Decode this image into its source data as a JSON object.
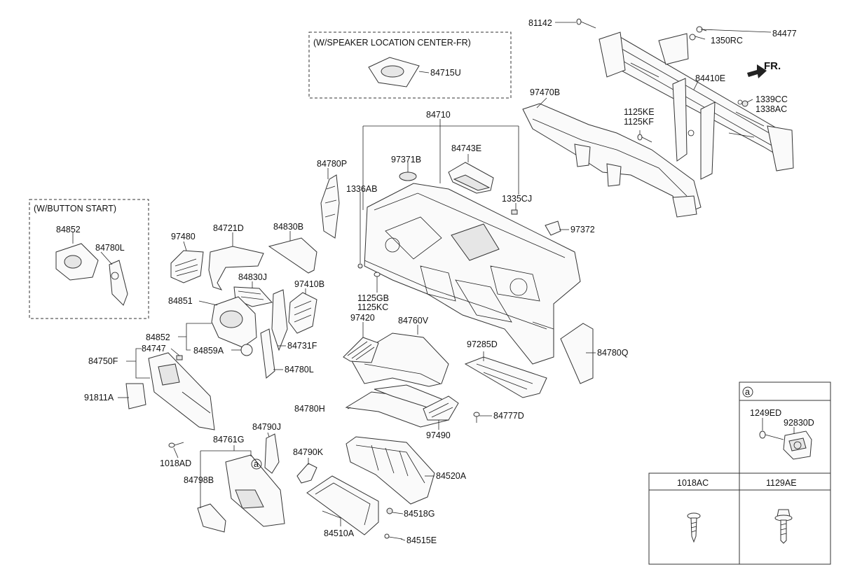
{
  "direction": "FR.",
  "callouts": {
    "speaker": "(W/SPEAKER LOCATION CENTER-FR)",
    "button_start": "(W/BUTTON START)"
  },
  "inset": {
    "marker": "a",
    "screw_1": "1018AC",
    "screw_2": "1129AE"
  },
  "labels": {
    "p81142": "81142",
    "p84477": "84477",
    "p1350RC": "1350RC",
    "p84715U": "84715U",
    "p84410E": "84410E",
    "p97470B": "97470B",
    "p1339CC": "1339CC",
    "p1338AC": "1338AC",
    "p1125KE": "1125KE",
    "p1125KF": "1125KF",
    "p84710": "84710",
    "p84743E": "84743E",
    "p97371B": "97371B",
    "p84780P": "84780P",
    "p1336AB": "1336AB",
    "p1335CJ": "1335CJ",
    "p97372": "97372",
    "p84852_a": "84852",
    "p84780L_a": "84780L",
    "p97480": "97480",
    "p84721D": "84721D",
    "p84830B": "84830B",
    "p84830J": "84830J",
    "p97410B": "97410B",
    "p84851": "84851",
    "p1125GB": "1125GB",
    "p1125KC": "1125KC",
    "p97420": "97420",
    "p84760V": "84760V",
    "p84852_b": "84852",
    "p84747": "84747",
    "p84859A": "84859A",
    "p84731F": "84731F",
    "p84750F": "84750F",
    "p84780L_b": "84780L",
    "p97285D": "97285D",
    "p84780Q": "84780Q",
    "p91811A": "91811A",
    "p84780H": "84780H",
    "p84777D": "84777D",
    "p97490": "97490",
    "p84790J": "84790J",
    "p84761G": "84761G",
    "p1018AD": "1018AD",
    "p84790K": "84790K",
    "p84798B": "84798B",
    "p84520A": "84520A",
    "p84518G": "84518G",
    "p84510A": "84510A",
    "p84515E": "84515E",
    "p1249ED": "1249ED",
    "p92830D": "92830D",
    "p_marker_a": "a"
  }
}
